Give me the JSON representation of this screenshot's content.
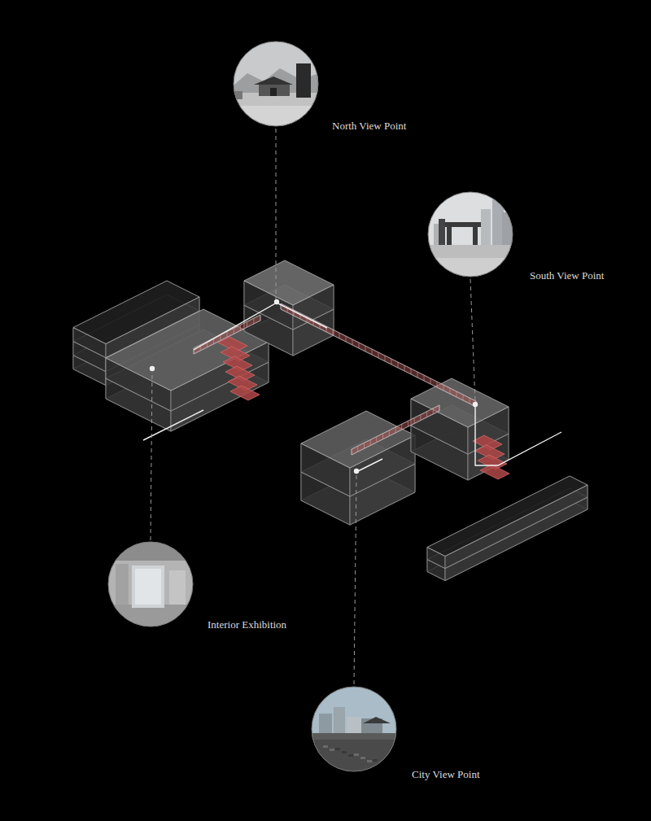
{
  "diagram": {
    "nodes": [
      {
        "text": [
          "North View Point"
        ]
      },
      {
        "text": [
          "South View Point"
        ]
      },
      {
        "text": [
          "Interior Exhibition"
        ]
      },
      {
        "text": [
          "City View Point"
        ]
      }
    ]
  }
}
